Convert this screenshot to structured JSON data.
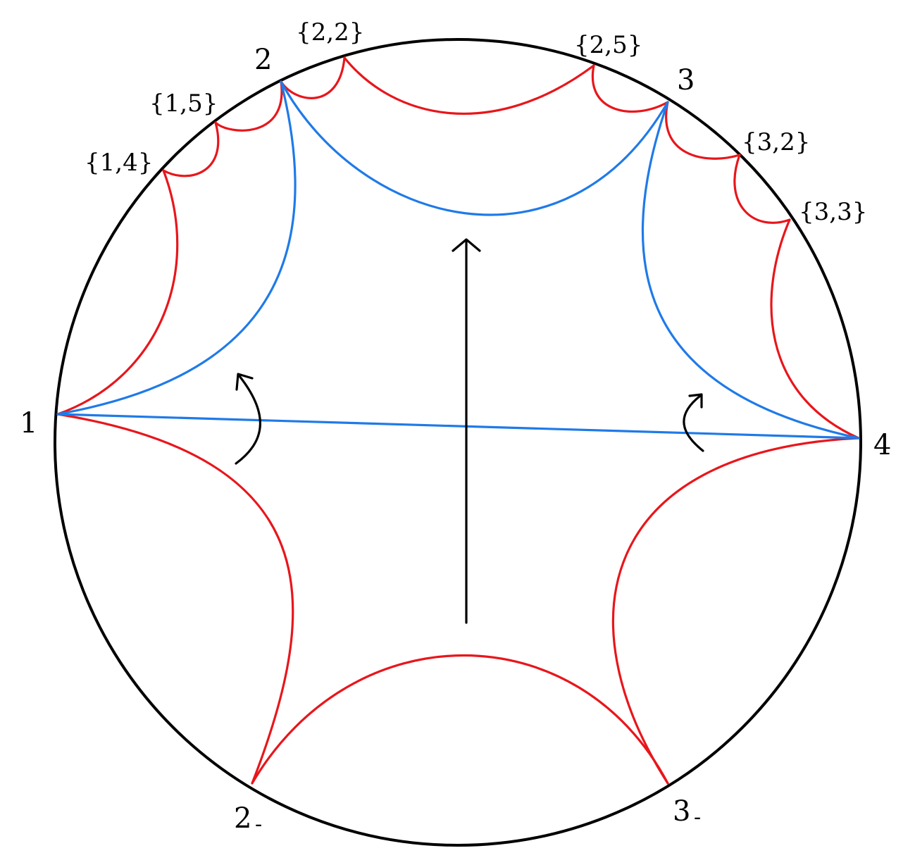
{
  "colors": {
    "circle": "#000000",
    "red_arcs": "#e8161b",
    "blue_arcs": "#1f7ae8",
    "arrows": "#000000"
  },
  "labels": {
    "v1": "1",
    "v2": "2",
    "v3": "3",
    "v4": "4",
    "v2m_base": "2",
    "v2m_sub": "-",
    "v3m_base": "3",
    "v3m_sub": "-",
    "s14": "{1,4}",
    "s15": "{1,5}",
    "s22": "{2,2}",
    "s25": "{2,5}",
    "s32": "{3,2}",
    "s33": "{3,3}"
  }
}
